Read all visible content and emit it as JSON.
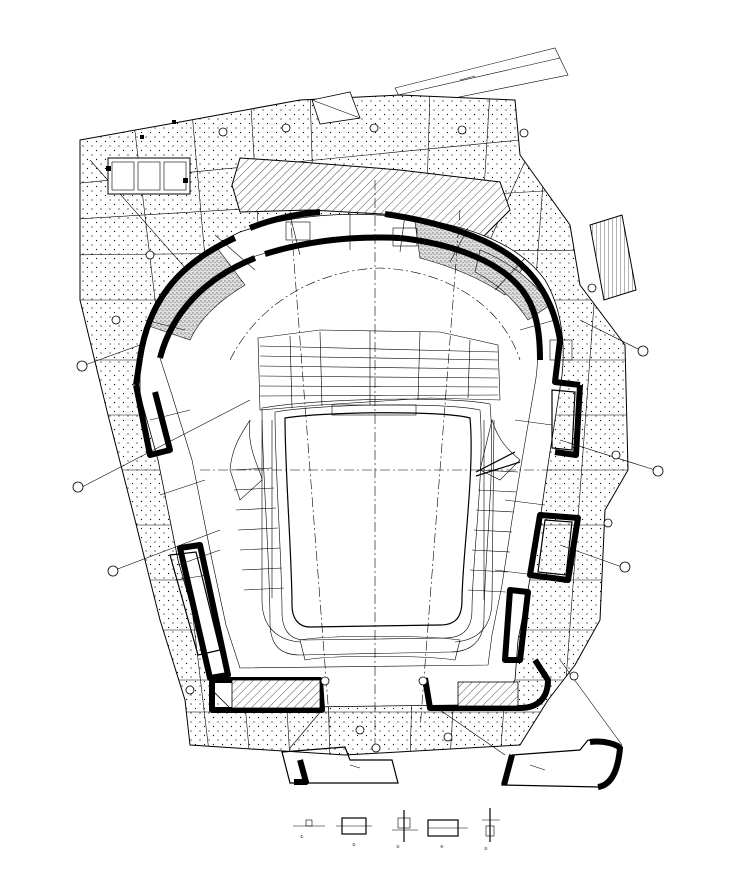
{
  "drawing": {
    "legend_items": [
      {
        "id": "detail-1",
        "label": "①"
      },
      {
        "id": "detail-2",
        "label": "②"
      },
      {
        "id": "detail-3",
        "label": "③"
      },
      {
        "id": "detail-4",
        "label": "④"
      },
      {
        "id": "detail-5",
        "label": "⑤"
      }
    ],
    "colors": {
      "line": "#000000",
      "background": "#ffffff"
    }
  }
}
